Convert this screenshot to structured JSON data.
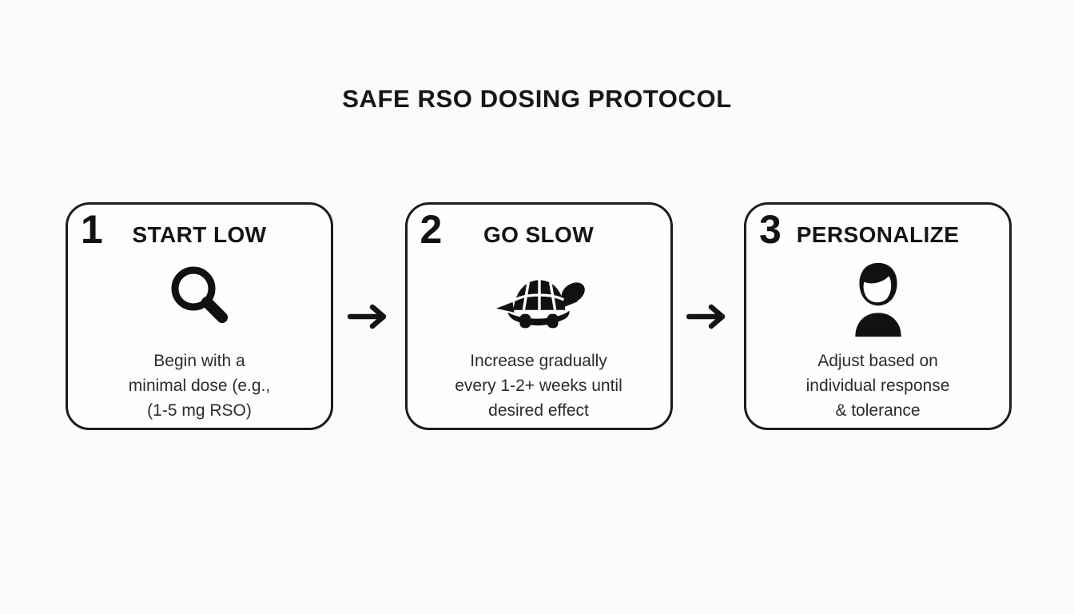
{
  "page": {
    "title": "SAFE RSO DOSING PROTOCOL",
    "background_color": "#fbfbfa",
    "ink_color": "#141414"
  },
  "steps": [
    {
      "number": "1",
      "label": "START LOW",
      "icon": "magnifier-icon",
      "description": "Begin with a\nminimal dose (e.g.,\n(1-5 mg RSO)"
    },
    {
      "number": "2",
      "label": "GO SLOW",
      "icon": "turtle-icon",
      "description": "Increase gradually\nevery 1-2+ weeks until\ndesired effect"
    },
    {
      "number": "3",
      "label": "PERSONALIZE",
      "icon": "person-icon",
      "description": "Adjust based on\nindividual response\n& tolerance"
    }
  ],
  "connectors": {
    "arrow_glyph": "→"
  }
}
